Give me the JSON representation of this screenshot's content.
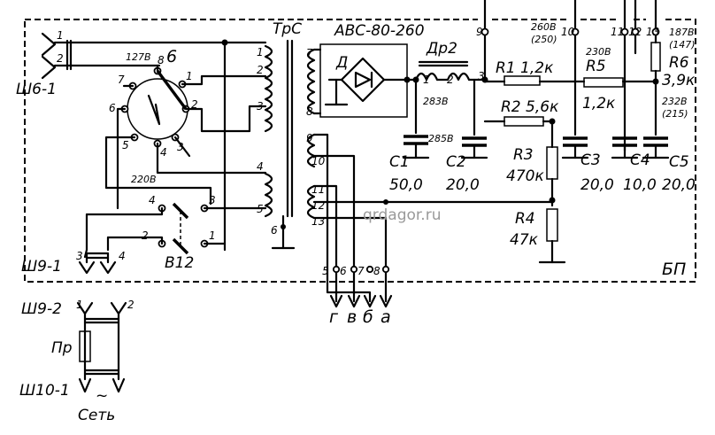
{
  "block_label": "БП",
  "watermark": "qrdagor.ru",
  "connectors": {
    "sh6": "Ш6-1",
    "sh9_1": "Ш9-1",
    "sh9_2": "Ш9-2",
    "sh10": "Ш10-1",
    "mains": "Сеть",
    "mains_symbol": "~"
  },
  "transformer": {
    "name": "ТрС"
  },
  "rectifier": {
    "name": "АВС-80-260",
    "diode": "Д"
  },
  "choke": {
    "name": "Др2"
  },
  "switch": {
    "name": "В12"
  },
  "fuse": {
    "name": "Пр"
  },
  "selector": {
    "name": "6"
  },
  "components": {
    "R1": "R1 1,2к",
    "R2": "R2 5,6к",
    "R3_name": "R3",
    "R3_value": "470к",
    "R4_name": "R4",
    "R4_value": "47к",
    "R5_name": "R5",
    "R5_value": "1,2к",
    "R6_name": "R6",
    "R6_value": "3,9к",
    "C1_name": "C1",
    "C1_value": "50,0",
    "C2_name": "C2",
    "C2_value": "20,0",
    "C3_name": "C3",
    "C3_value": "20,0",
    "C4_name": "C4",
    "C4_value": "10,0",
    "C5_name": "C5",
    "C5_value": "20,0"
  },
  "voltages": {
    "v127": "127В",
    "v220": "220В",
    "v283": "283В",
    "v285": "285В",
    "v260": "260В",
    "v260b": "(250)",
    "v230": "230В",
    "v232": "232В",
    "v232b": "(215)",
    "v187": "187В",
    "v187b": "(147)"
  },
  "outputs": {
    "g": "г",
    "v": "в",
    "b": "б",
    "a": "а"
  },
  "pins": {
    "p1": "1",
    "p2": "2",
    "p3": "3",
    "p4": "4",
    "p5": "5",
    "p6": "6",
    "p7": "7",
    "p8": "8",
    "p9": "9",
    "p10": "10",
    "p11": "11",
    "p12": "12",
    "p13": "13"
  }
}
